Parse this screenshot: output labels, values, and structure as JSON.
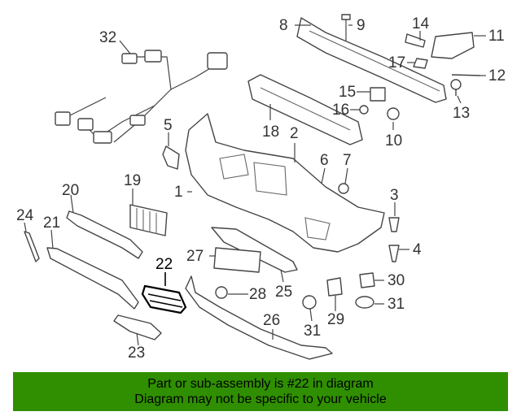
{
  "diagram": {
    "highlighted_part": "22",
    "highlight_color": "#000000",
    "callouts": [
      "1",
      "2",
      "3",
      "4",
      "5",
      "6",
      "7",
      "8",
      "9",
      "10",
      "11",
      "12",
      "13",
      "14",
      "15",
      "16",
      "17",
      "18",
      "19",
      "20",
      "21",
      "22",
      "23",
      "24",
      "25",
      "26",
      "27",
      "28",
      "29",
      "30",
      "31",
      "31",
      "32"
    ]
  },
  "banner": {
    "line1": "Part or sub-assembly is #22 in diagram",
    "line2": "Diagram may not be specific to your vehicle",
    "background": "#2f8f00"
  }
}
